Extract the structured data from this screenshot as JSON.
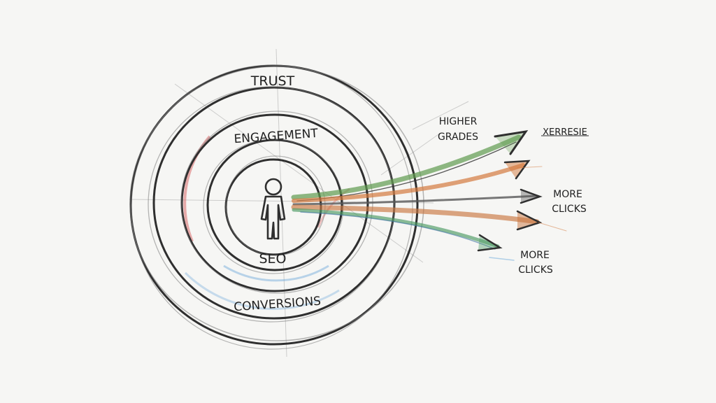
{
  "diagram": {
    "rings": [
      {
        "label": "TRUST"
      },
      {
        "label": "ENGAGEMENT"
      },
      {
        "label": "SEO"
      },
      {
        "label": "CONVERSIONS"
      }
    ],
    "center_figure": "person-icon",
    "arrows": [
      {
        "color": "#5f9b4f",
        "label": "HIGHER\nGRADES",
        "label_line1": "HIGHER",
        "label_line2": "GRADES"
      },
      {
        "color": "#d47a3e",
        "label": "XERRESIE"
      },
      {
        "color": "#585858",
        "label_line1": "MORE",
        "label_line2": "CLICKS"
      },
      {
        "color": "#c97640"
      },
      {
        "color": "#4c9a63",
        "label_line1": "MORE",
        "label_line2": "CLICKS"
      }
    ],
    "accent_colors": {
      "ink": "#2f2f2f",
      "red": "#d96a6a",
      "blue": "#6aa7d9",
      "green": "#5f9b4f",
      "orange": "#d47a3e"
    }
  }
}
